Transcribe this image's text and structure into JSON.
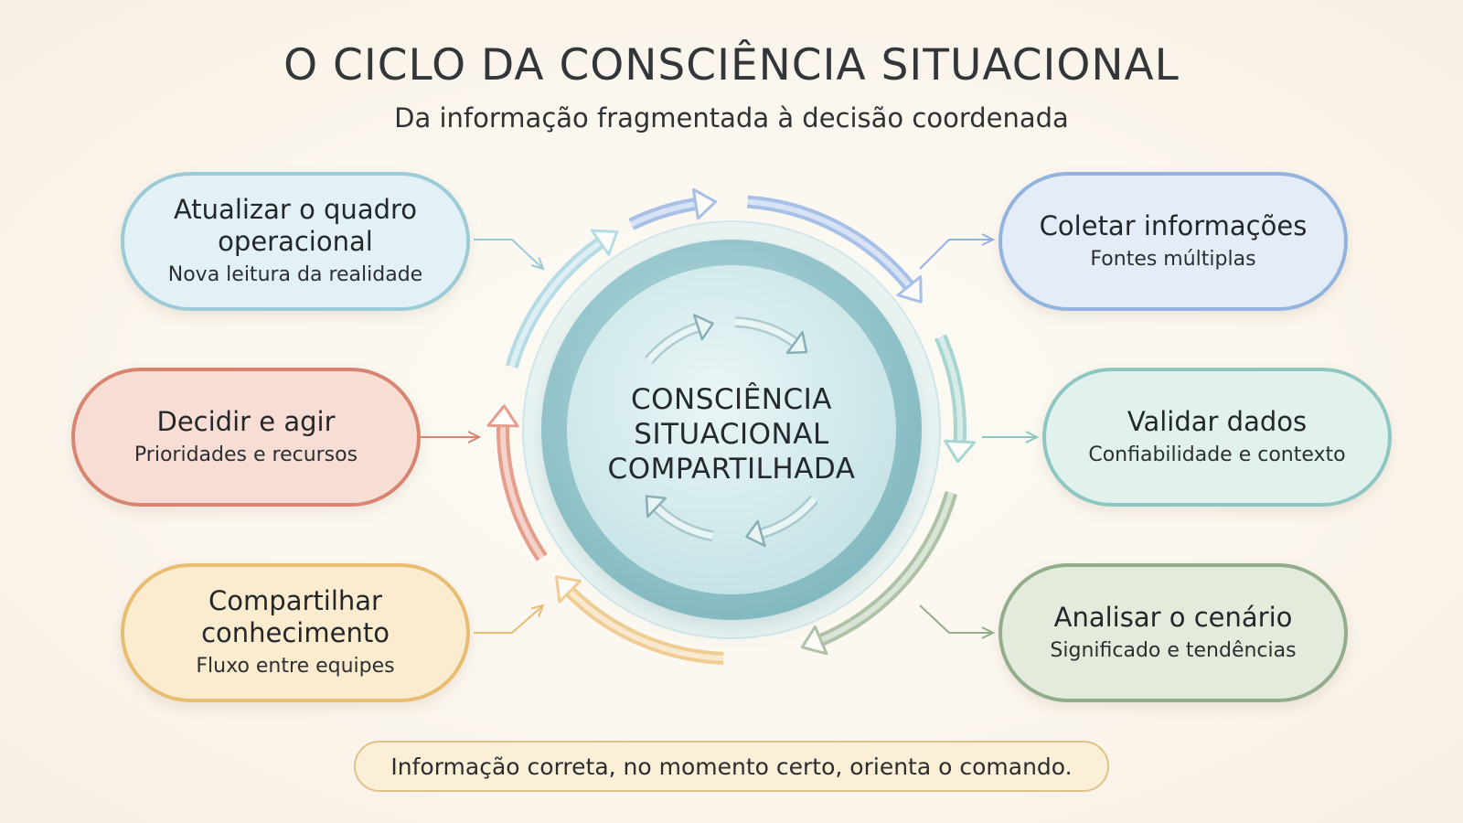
{
  "header": {
    "title": "O CICLO DA CONSCIÊNCIA SITUACIONAL",
    "subtitle": "Da informação fragmentada à decisão coordenada"
  },
  "center": {
    "label": "CONSCIÊNCIA\nSITUACIONAL\nCOMPARTILHADA"
  },
  "steps": [
    {
      "key": "coletar",
      "title": "Coletar informações",
      "subtitle": "Fontes múltiplas",
      "border": "#93b3df",
      "fill": "#e4ecf8",
      "arc": "#a6c0e6"
    },
    {
      "key": "validar",
      "title": "Validar dados",
      "subtitle": "Confiabilidade e contexto",
      "border": "#8ec7c1",
      "fill": "#e1f1ee",
      "arc": "#a7d6d1"
    },
    {
      "key": "analisar",
      "title": "Analisar o cenário",
      "subtitle": "Significado e tendências",
      "border": "#93ad8c",
      "fill": "#e3ebdd",
      "arc": "#aec3a6"
    },
    {
      "key": "compartilhar",
      "title": "Compartilhar\nconhecimento",
      "subtitle": "Fluxo entre equipes",
      "border": "#e8bd72",
      "fill": "#fbebcf",
      "arc": "#efcc93"
    },
    {
      "key": "decidir",
      "title": "Decidir e agir",
      "subtitle": "Prioridades e recursos",
      "border": "#d78470",
      "fill": "#f8ddd5",
      "arc": "#e59d8c"
    },
    {
      "key": "atualizar",
      "title": "Atualizar o quadro\noperacional",
      "subtitle": "Nova leitura da realidade",
      "border": "#9ccbd8",
      "fill": "#e2f1f5",
      "arc": "#b5dbe5"
    }
  ],
  "footer": {
    "text": "Informação correta, no momento certo, orienta o comando."
  },
  "colors": {
    "center_fill": "#cfe8eb",
    "center_ring": "#8fc3c9",
    "inner_arrows": "#88aeb6"
  }
}
